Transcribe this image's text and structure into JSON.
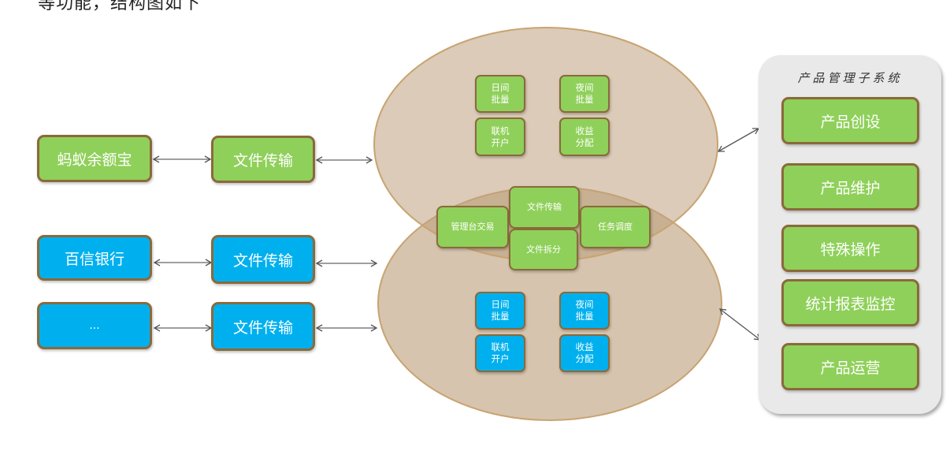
{
  "header_text": "等功能，结构图如下",
  "left_column": [
    {
      "label": "蚂蚁余额宝",
      "color": "green"
    },
    {
      "label": "百信银行",
      "color": "blue"
    },
    {
      "label": "...",
      "color": "blue"
    }
  ],
  "transfer_column": [
    {
      "label": "文件传输",
      "color": "green"
    },
    {
      "label": "文件传输",
      "color": "blue"
    },
    {
      "label": "文件传输",
      "color": "blue"
    }
  ],
  "upper_ellipse": {
    "items": [
      {
        "label": "日间\n批量"
      },
      {
        "label": "夜间\n批量"
      },
      {
        "label": "联机\n开户"
      },
      {
        "label": "收益\n分配"
      }
    ]
  },
  "shared_core": {
    "items": [
      {
        "label": "管理台交易"
      },
      {
        "label": "文件传输"
      },
      {
        "label": "文件拆分"
      },
      {
        "label": "任务调度"
      }
    ]
  },
  "lower_ellipse": {
    "items": [
      {
        "label": "日间\n批量"
      },
      {
        "label": "夜间\n批量"
      },
      {
        "label": "联机\n开户"
      },
      {
        "label": "收益\n分配"
      }
    ]
  },
  "product_panel": {
    "title": "产品管理子系统",
    "items": [
      {
        "label": "产品创设"
      },
      {
        "label": "产品维护"
      },
      {
        "label": "特殊操作"
      },
      {
        "label": "统计报表监控"
      },
      {
        "label": "产品运营"
      }
    ]
  },
  "colors": {
    "green": "#8fd05a",
    "blue": "#00b0ee",
    "border": "#8a6a3a",
    "ellipse_fill": "#d6c4ae",
    "ellipse_stroke": "#c9a371",
    "panel_bg": "#e9e9e9"
  }
}
